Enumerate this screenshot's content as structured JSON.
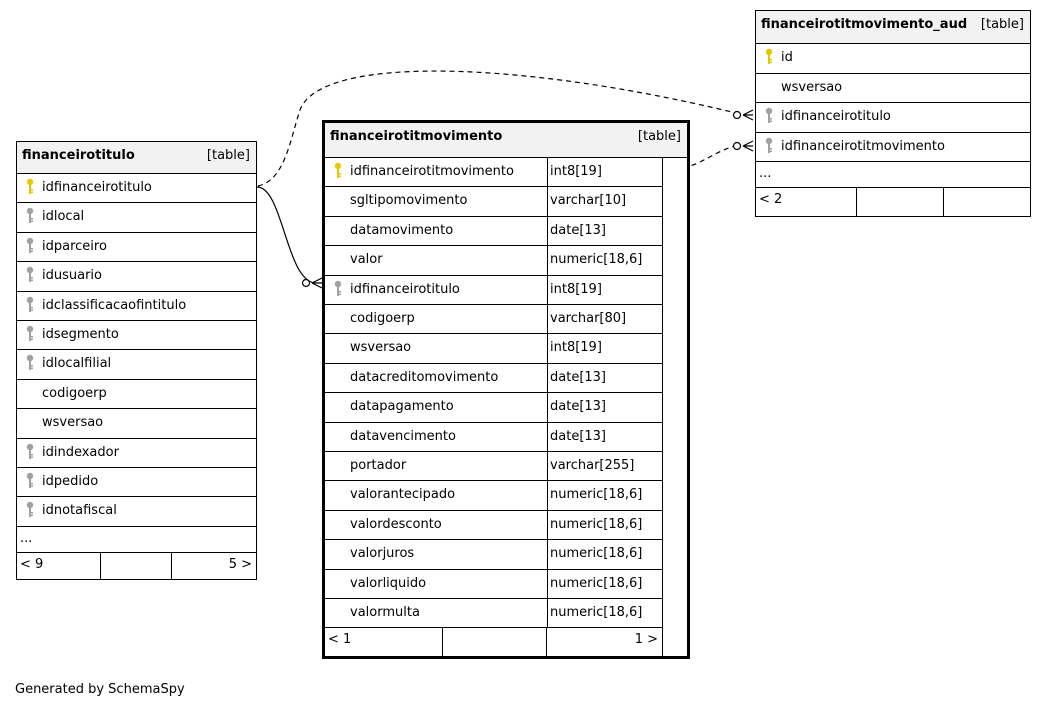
{
  "tables": {
    "titulo": {
      "name": "financeirotitulo",
      "kind": "[table]",
      "columns": [
        {
          "name": "idfinanceirotitulo",
          "key": "primary"
        },
        {
          "name": "idlocal",
          "key": "foreign"
        },
        {
          "name": "idparceiro",
          "key": "foreign"
        },
        {
          "name": "idusuario",
          "key": "foreign"
        },
        {
          "name": "idclassificacaofintitulo",
          "key": "foreign"
        },
        {
          "name": "idsegmento",
          "key": "foreign"
        },
        {
          "name": "idlocalfilial",
          "key": "foreign"
        },
        {
          "name": "codigoerp",
          "key": "none"
        },
        {
          "name": "wsversao",
          "key": "none"
        },
        {
          "name": "idindexador",
          "key": "foreign"
        },
        {
          "name": "idpedido",
          "key": "foreign"
        },
        {
          "name": "idnotafiscal",
          "key": "foreign"
        }
      ],
      "ellipsis": "...",
      "footer": {
        "parents": "< 9",
        "middle": "",
        "children": "5 >"
      }
    },
    "movimento": {
      "name": "financeirotitmovimento",
      "kind": "[table]",
      "columns": [
        {
          "name": "idfinanceirotitmovimento",
          "type": "int8[19]",
          "key": "primary"
        },
        {
          "name": "sgltipomovimento",
          "type": "varchar[10]",
          "key": "none"
        },
        {
          "name": "datamovimento",
          "type": "date[13]",
          "key": "none"
        },
        {
          "name": "valor",
          "type": "numeric[18,6]",
          "key": "none"
        },
        {
          "name": "idfinanceirotitulo",
          "type": "int8[19]",
          "key": "foreign"
        },
        {
          "name": "codigoerp",
          "type": "varchar[80]",
          "key": "none"
        },
        {
          "name": "wsversao",
          "type": "int8[19]",
          "key": "none"
        },
        {
          "name": "datacreditomovimento",
          "type": "date[13]",
          "key": "none"
        },
        {
          "name": "datapagamento",
          "type": "date[13]",
          "key": "none"
        },
        {
          "name": "datavencimento",
          "type": "date[13]",
          "key": "none"
        },
        {
          "name": "portador",
          "type": "varchar[255]",
          "key": "none"
        },
        {
          "name": "valorantecipado",
          "type": "numeric[18,6]",
          "key": "none"
        },
        {
          "name": "valordesconto",
          "type": "numeric[18,6]",
          "key": "none"
        },
        {
          "name": "valorjuros",
          "type": "numeric[18,6]",
          "key": "none"
        },
        {
          "name": "valorliquido",
          "type": "numeric[18,6]",
          "key": "none"
        },
        {
          "name": "valormulta",
          "type": "numeric[18,6]",
          "key": "none"
        }
      ],
      "footer": {
        "parents": "< 1",
        "middle": "",
        "children": "1 >"
      }
    },
    "aud": {
      "name": "financeirotitmovimento_aud",
      "kind": "[table]",
      "columns": [
        {
          "name": "id",
          "key": "primary"
        },
        {
          "name": "wsversao",
          "key": "none"
        },
        {
          "name": "idfinanceirotitulo",
          "key": "foreign"
        },
        {
          "name": "idfinanceirotitmovimento",
          "key": "foreign"
        }
      ],
      "ellipsis": "...",
      "footer": {
        "parents": "< 2",
        "middle": "",
        "children": ""
      }
    }
  },
  "relationships": [
    {
      "from": "financeirotitulo.idfinanceirotitulo",
      "to": "financeirotitmovimento.idfinanceirotitulo",
      "style": "solid"
    },
    {
      "from": "financeirotitulo.idfinanceirotitulo",
      "to": "financeirotitmovimento_aud.idfinanceirotitulo",
      "style": "dashed"
    },
    {
      "from": "financeirotitmovimento.idfinanceirotitmovimento",
      "to": "financeirotitmovimento_aud.idfinanceirotitmovimento",
      "style": "dashed"
    }
  ],
  "colors": {
    "primary_key": "#e6c800",
    "foreign_key": "#a0a0a0",
    "header_bg": "#f2f2f2"
  },
  "credit": "Generated by SchemaSpy"
}
